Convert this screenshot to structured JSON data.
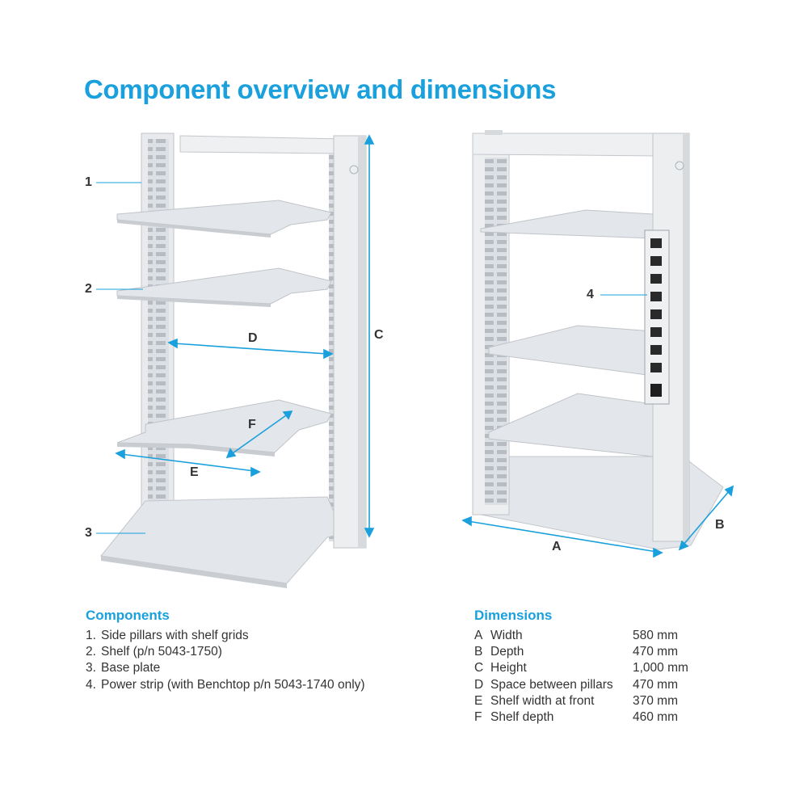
{
  "title": "Component overview and dimensions",
  "left_figure": {
    "callouts": [
      "1",
      "2",
      "3"
    ],
    "dimension_labels": {
      "C": "C",
      "D": "D",
      "E": "E",
      "F": "F"
    }
  },
  "right_figure": {
    "callouts": [
      "4"
    ],
    "dimension_labels": {
      "A": "A",
      "B": "B"
    }
  },
  "components": {
    "heading": "Components",
    "items": [
      {
        "num": "1.",
        "text": "Side pillars with shelf grids"
      },
      {
        "num": "2.",
        "text": "Shelf (p/n 5043-1750)"
      },
      {
        "num": "3.",
        "text": "Base plate"
      },
      {
        "num": "4.",
        "text": "Power strip (with Benchtop p/n 5043-1740 only)"
      }
    ]
  },
  "dimensions": {
    "heading": "Dimensions",
    "rows": [
      {
        "letter": "A",
        "name": "Width",
        "value": "580 mm"
      },
      {
        "letter": "B",
        "name": "Depth",
        "value": "470 mm"
      },
      {
        "letter": "C",
        "name": "Height",
        "value": "1,000 mm"
      },
      {
        "letter": "D",
        "name": "Space between pillars",
        "value": "470 mm"
      },
      {
        "letter": "E",
        "name": "Shelf width at front",
        "value": "370 mm"
      },
      {
        "letter": "F",
        "name": "Shelf depth",
        "value": "460 mm"
      }
    ]
  },
  "colors": {
    "accent": "#1aa0dc",
    "structure": "#e3e6ea",
    "structure_shade": "#c9cdd2",
    "line": "#a4a9ae"
  }
}
